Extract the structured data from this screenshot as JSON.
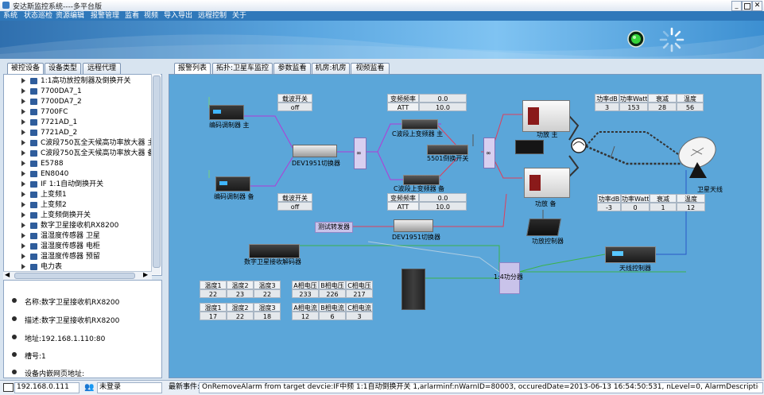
{
  "window": {
    "title": "安达斯监控系统----多平台版"
  },
  "menu": [
    "系统",
    "状态巡检",
    "资源编辑",
    "报警管理",
    "监看",
    "视频",
    "导入导出",
    "远程控制",
    "关于"
  ],
  "left_tabs": [
    "被控设备",
    "设备类型",
    "远程代理"
  ],
  "main_tabs": [
    "报警列表",
    "拓扑:卫星车监控",
    "参数监看",
    "机房:机房",
    "视频监看"
  ],
  "tree_items": [
    "1:1高功放控制器及倒换开关",
    "7700DA7_1",
    "7700DA7_2",
    "7700FC",
    "7721AD_1",
    "7721AD_2",
    "C波段750瓦全天候高功率放大器 主",
    "C波段750瓦全天候高功率放大器 备",
    "E5788",
    "EN8040",
    "IF 1:1自动倒换开关",
    "上变频1",
    "上变频2",
    "上变频倒换开关",
    "数字卫星接收机RX8200",
    "温湿度传感器 卫星",
    "温湿度传感器 电柜",
    "温湿度传感器 预留",
    "电力表"
  ],
  "info": {
    "name": "名称:数字卫星接收机RX8200",
    "desc": "描述:数字卫星接收机RX8200",
    "addr": "地址:192.168.1.110:80",
    "slot": "槽号:1",
    "url": "设备内嵌网页地址:"
  },
  "diagram": {
    "carrier_top": {
      "label": "载波开关",
      "value": "off"
    },
    "carrier_bottom": {
      "label": "载波开关",
      "value": "off"
    },
    "freq_top": {
      "h1": "变频频率",
      "v1": "0.0",
      "h2": "ATT",
      "v2": "10.0"
    },
    "freq_bottom": {
      "h1": "变频频率",
      "v1": "0.0",
      "h2": "ATT",
      "v2": "10.0"
    },
    "pa_top": {
      "h": [
        "功率dB",
        "功率Watts",
        "衰减",
        "温度"
      ],
      "v": [
        "3",
        "153",
        "28",
        "56"
      ]
    },
    "pa_bottom": {
      "h": [
        "功率dB",
        "功率Watts",
        "衰减",
        "温度"
      ],
      "v": [
        "-3",
        "0",
        "1",
        "12"
      ]
    },
    "temp": {
      "h": [
        "温度1",
        "温度2",
        "温度3"
      ],
      "v": [
        "22",
        "23",
        "22"
      ]
    },
    "humidity": {
      "h": [
        "湿度1",
        "湿度2",
        "湿度3"
      ],
      "v": [
        "17",
        "22",
        "18"
      ]
    },
    "voltage": {
      "h": [
        "A相电压",
        "B相电压",
        "C相电压"
      ],
      "v": [
        "233",
        "226",
        "217"
      ]
    },
    "current": {
      "h": [
        "A相电流",
        "B相电流",
        "C相电流"
      ],
      "v": [
        "12",
        "6",
        "3"
      ]
    },
    "labels": {
      "enc_main": "编码调制器 主",
      "enc_backup": "编码调制器 备",
      "dev1951_top": "DEV1951切换器",
      "dev1951_bottom": "DEV1951切换器",
      "uc_main": "C波段上变频器 主",
      "uc_switch": "5501倒换开关",
      "uc_backup": "C波段上变频器 备",
      "pa_main": "功放 主",
      "pa_backup": "功放 备",
      "pa_ctrl": "功放控制器",
      "antenna": "卫星天线",
      "ant_ctrl": "天线控制器",
      "test_tx": "测试转发器",
      "rx": "数字卫星接收解码器",
      "splitter": "1:4功分器"
    }
  },
  "status": {
    "ip": "192.168.0.111",
    "login": "未登录",
    "event_label": "最新事件:",
    "event_text": "OnRemoveAlarm from target devcie:IF中频 1:1自动倒换开关 1,arlarminf:nWarnID=80003, occuredDate=2013-06-13 16:54:50:531, nLevel=0, AlarmDescription=device acces,n"
  },
  "colors": {
    "menu_bg": "#2f78ba",
    "diagram_bg": "#5ba6d9",
    "highlight": "#2d6ab3"
  }
}
